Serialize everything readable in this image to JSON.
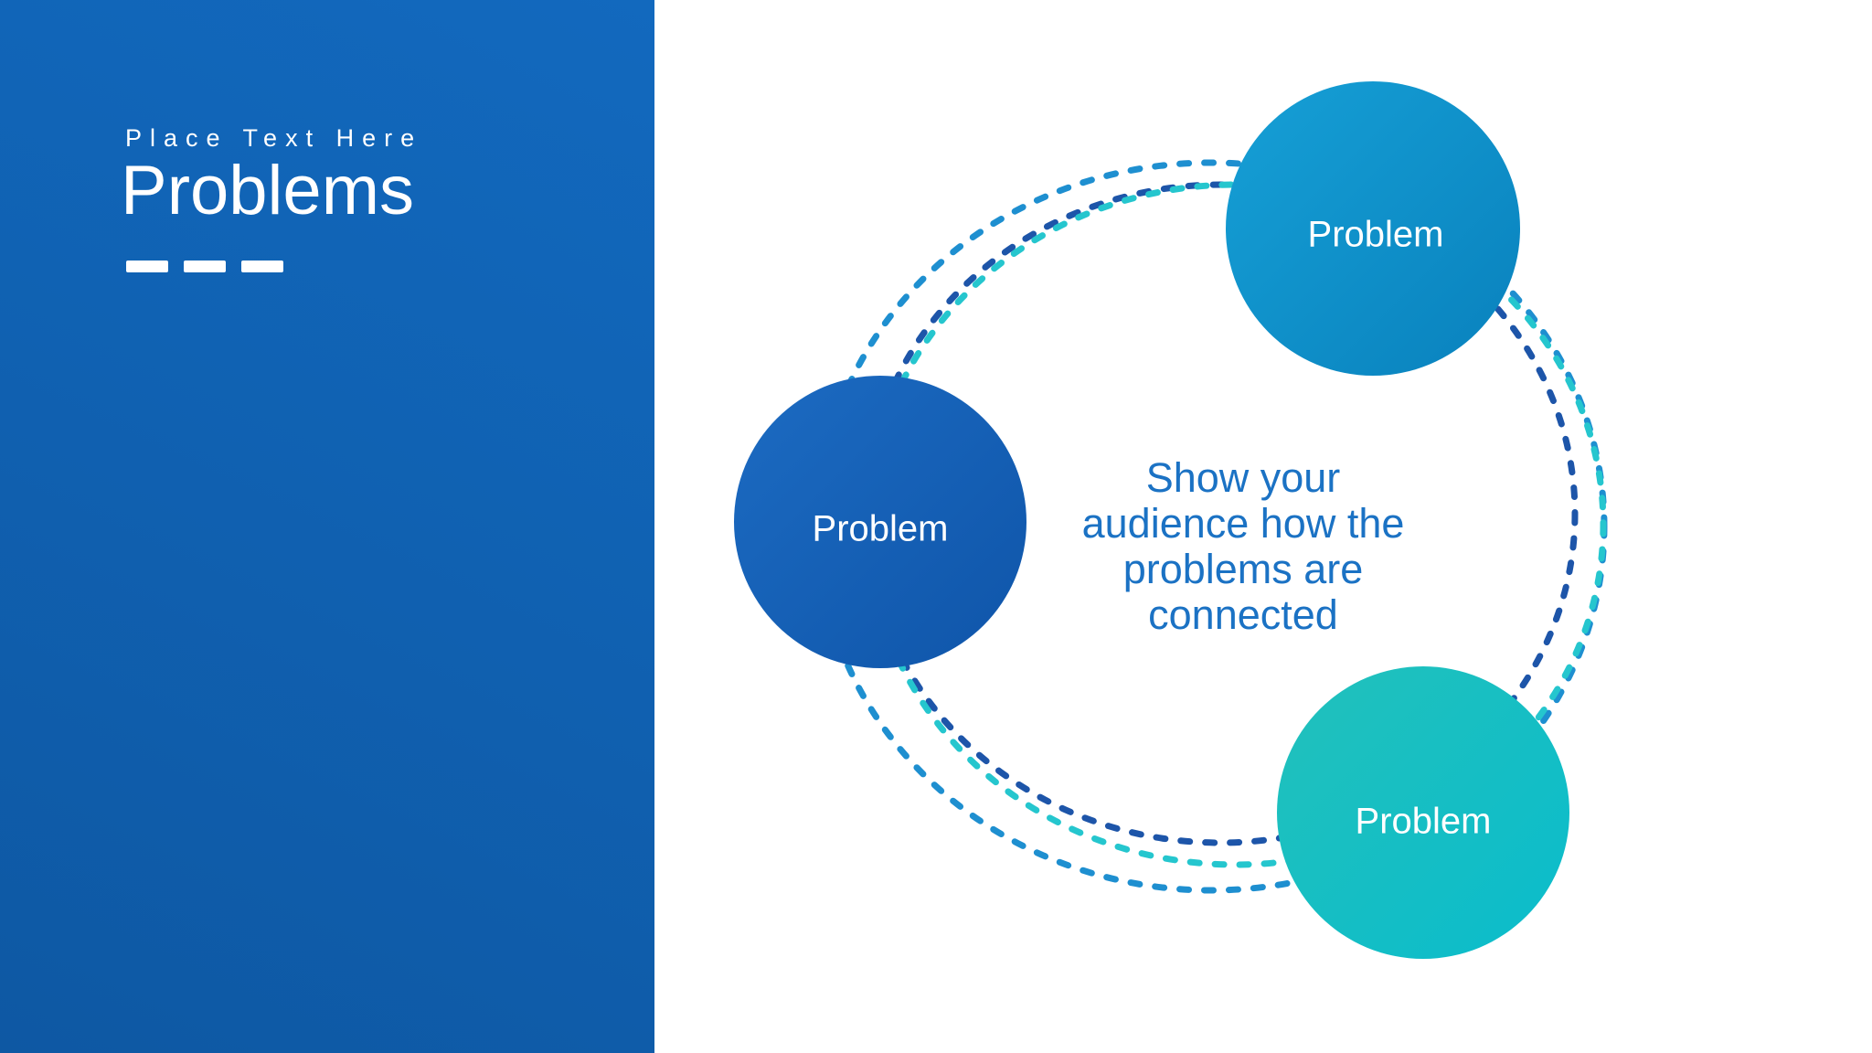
{
  "slide": {
    "background": "#FFFFFF",
    "sidebar": {
      "kicker": "Place Text Here",
      "title": "Problems",
      "bg_top": "#1269BE",
      "bg_bottom": "#0E58A3",
      "text_color": "#FFFFFF",
      "underline_dash_count": 3
    },
    "diagram": {
      "nodes": [
        {
          "id": "top",
          "label": "Problem",
          "gradient_start": "#16A0D6",
          "gradient_end": "#0981BD"
        },
        {
          "id": "left",
          "label": "Problem",
          "gradient_start": "#1C6BC2",
          "gradient_end": "#0F55A9"
        },
        {
          "id": "bottom-right",
          "label": "Problem",
          "gradient_start": "#22C1BB",
          "gradient_end": "#0ABCCC"
        }
      ],
      "rings": [
        {
          "id": "outer-blue",
          "color": "#1E8FD0"
        },
        {
          "id": "navy",
          "color": "#1D55A9"
        },
        {
          "id": "cyan",
          "color": "#25C6CE"
        }
      ],
      "center_text": {
        "lines": [
          "Show your",
          "audience how the",
          "problems are",
          "connected"
        ],
        "color": "#1B72C4"
      }
    }
  }
}
